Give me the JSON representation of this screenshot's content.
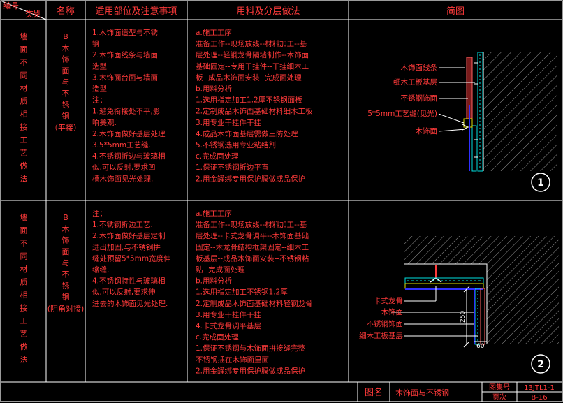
{
  "header": {
    "bianhao": "编号",
    "leibie": "类别",
    "mingcheng": "名称",
    "buwei": "适用部位及注意事项",
    "yongliao": "用料及分层做法",
    "jiantu": "简图"
  },
  "rows": [
    {
      "category_chars": [
        "墙",
        "面",
        "不",
        "同",
        "材",
        "质",
        "相",
        "接",
        "工",
        "艺",
        "做",
        "法"
      ],
      "name_chars": [
        "B",
        "木",
        "饰",
        "面",
        "与",
        "不",
        "锈",
        "钢"
      ],
      "name_suffix": "（平接）",
      "notes": [
        "1.木饰面造型与不锈",
        "钢",
        "2.木饰面线条与墙面",
        "造型",
        "3.木饰面台面与墙面",
        "造型",
        "注：",
        "1.避免衔接处不平,影",
        "响美观.",
        "2.木饰面做好基层处理",
        "3.5*5mm工艺缝.",
        "4.不锈钢折边与玻璃相",
        "似,可以反射,要求凹",
        "槽木饰面见光处理."
      ],
      "method": [
        "a.施工工序",
        "准备工作--现场放线--材料加工--基",
        "层处理--轻钢龙骨隔墙制作--木饰面",
        "基础固定--专用干挂件--干挂细木工",
        "板--成品木饰面安装--完成面处理",
        "b.用料分析",
        "1.选用指定加工1.2厚不锈钢面板",
        "2.定制成品木饰面基础材料细木工板",
        "3.用专业干挂件干挂",
        "4.成品木饰面基层需做三防处理",
        "5.不锈钢选用专业粘结剂",
        "c.完成面处理",
        "1.保证不锈钢折边平直",
        "2.用金罐绑专用保护膜做成品保护"
      ],
      "sketch_labels": [
        "木饰面线条",
        "细木工板基层",
        "不锈钢饰面",
        "5*5mm工艺缝(见光)",
        "木饰面"
      ],
      "badge": "1"
    },
    {
      "category_chars": [
        "墙",
        "面",
        "不",
        "同",
        "材",
        "质",
        "相",
        "接",
        "工",
        "艺",
        "做",
        "法"
      ],
      "name_chars": [
        "B",
        "木",
        "饰",
        "面",
        "与",
        "不",
        "锈",
        "钢"
      ],
      "name_suffix": "(阴角对接)",
      "notes": [
        "注：",
        "1.不锈钢折边工艺.",
        "2.木饰面做好基层定制",
        "进出加固,与不锈钢拼",
        "缝处预留5*5mm宽度伸",
        "缩缝.",
        "4.不锈钢特性与玻璃相",
        "似,可以反射,要求伸",
        "进去的木饰面见光处理."
      ],
      "method": [
        "a.施工工序",
        "准备工作--现场放线--材料加工--基",
        "层处理--卡式龙骨调平--木饰面基础",
        "固定--木龙骨结构框架固定--细木工",
        "板基层--成品木饰面安装--不锈钢粘",
        "贴--完成面处理",
        "b.用料分析",
        "1.选用指定加工不锈钢1.2厚",
        "2.定制成品木饰面基础材料轻钢龙骨",
        "3.用专业干挂件干挂",
        "4.卡式龙骨调平基层",
        "c.完成面处理",
        "1.保证不锈钢与木饰面拼接缝完整",
        "不锈钢插在木饰面里面",
        "2.用金罐绑专用保护膜做成品保护"
      ],
      "sketch_labels": [
        "卡式龙骨",
        "木饰面",
        "不锈钢饰面",
        "细木工板基层"
      ],
      "dims": [
        "250",
        "60"
      ],
      "badge": "2"
    }
  ],
  "footer": {
    "tuming_label": "图名",
    "tuming": "木饰面与不锈钢",
    "tujihao_label": "图集号",
    "tujihao": "13JTL1-1",
    "yeci_label": "页次",
    "yeci": "B-16"
  },
  "colors": {
    "frame": "#ffffff",
    "text": "#ff3a3a",
    "note": "#ff3a3a",
    "cyan": "#00e0e0",
    "yellow": "#e0e000",
    "blue": "#2f2fff",
    "header": "#ff3a3a"
  }
}
